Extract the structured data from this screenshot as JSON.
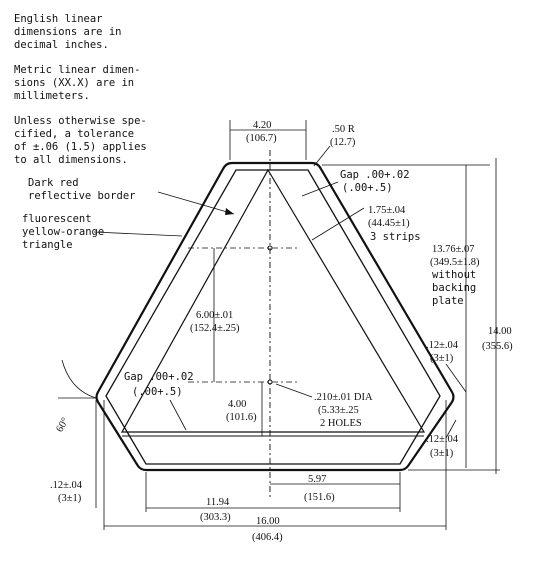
{
  "notes": {
    "english": [
      "English linear",
      "dimensions are in",
      "decimal inches."
    ],
    "metric": [
      "Metric linear dimen-",
      "sions (XX.X) are in",
      "millimeters."
    ],
    "tolerance": [
      "Unless otherwise spe-",
      "cified, a tolerance",
      "of ±.06 (1.5) applies",
      "to all dimensions."
    ]
  },
  "callouts": {
    "border": [
      "Dark red",
      "reflective border"
    ],
    "triangle": [
      "fluorescent",
      "yellow-orange",
      "triangle"
    ]
  },
  "dims": {
    "top_width": [
      "4.20",
      "(106.7)"
    ],
    "top_radius": [
      ".50 R",
      "(12.7)"
    ],
    "gap_top": [
      "Gap .00+.02",
      "(.00+.5)"
    ],
    "strip": [
      "1.75±.04",
      "(44.45±1)",
      "3 strips"
    ],
    "height_no_plate": [
      "13.76±.07",
      "(349.5±1.8)",
      "without",
      "backing",
      "plate"
    ],
    "total_height": [
      "14.00",
      "(355.6)"
    ],
    "center_height": [
      "6.00±.01",
      "(152.4±.25)"
    ],
    "gap_bottom": [
      "Gap .00+.02",
      "(.00+.5)"
    ],
    "lower_height": [
      "4.00",
      "(101.6)"
    ],
    "holes": [
      ".210±.01 DIA",
      "(5.33±.25",
      "2 HOLES"
    ],
    "right_upper": [
      ".12±.04",
      "(3±1)"
    ],
    "right_lower": [
      ".12±.04",
      "(3±1)"
    ],
    "left_bottom": [
      ".12±.04",
      "(3±1)"
    ],
    "half_base": [
      "5.97",
      "(151.6)"
    ],
    "base_flat": [
      "11.94",
      "(303.3)"
    ],
    "overall_width": [
      "16.00",
      "(406.4)"
    ],
    "angle": "60°"
  }
}
